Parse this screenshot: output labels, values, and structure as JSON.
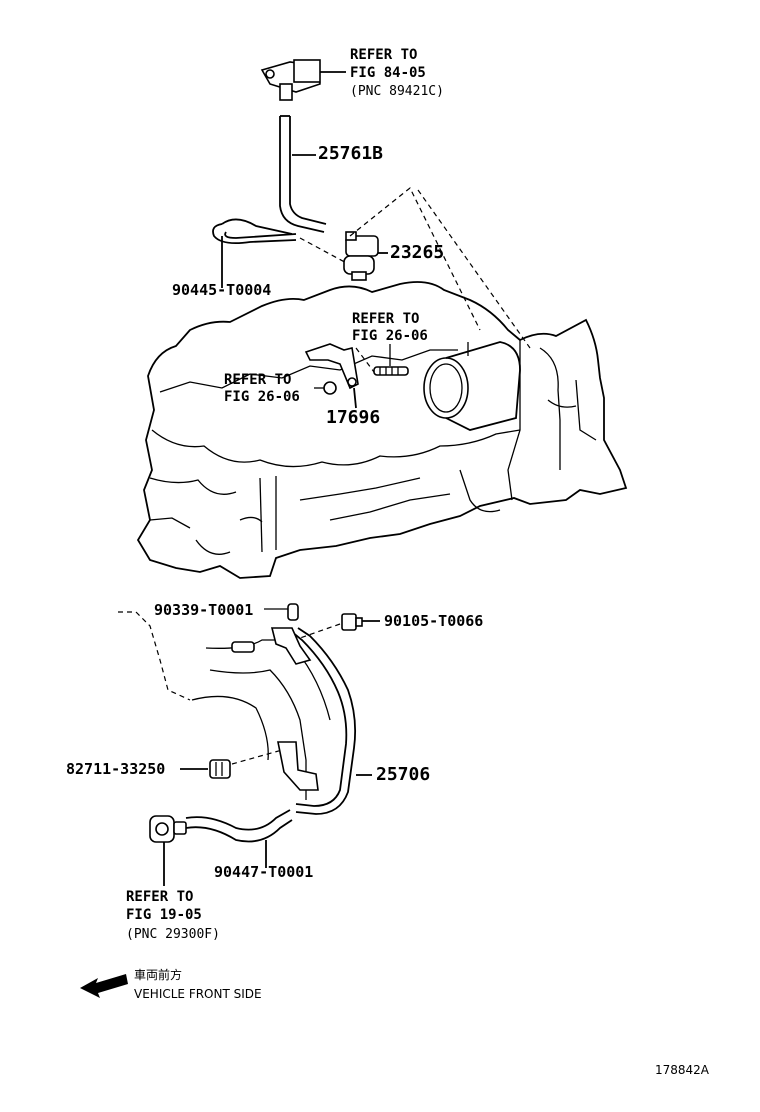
{
  "callouts": {
    "refer_84_05": [
      "REFER TO",
      "FIG 84-05",
      "(PNC 89421C)"
    ],
    "part_25761B": "25761B",
    "part_23265": "23265",
    "part_90445": "90445-T0004",
    "refer_26_06_top": [
      "REFER TO",
      "FIG 26-06"
    ],
    "refer_26_06_left": [
      "REFER TO",
      "FIG 26-06"
    ],
    "part_17696": "17696",
    "part_90339": "90339-T0001",
    "part_90105": "90105-T0066",
    "part_82711": "82711-33250",
    "part_25706": "25706",
    "part_90447": "90447-T0001",
    "refer_19_05": [
      "REFER TO",
      "FIG 19-05",
      "(PNC 29300F)"
    ]
  },
  "direction": {
    "japanese": "車両前方",
    "english": "VEHICLE FRONT SIDE",
    "arrow_icon": "left-arrow-icon"
  },
  "figure_id": "178842A"
}
